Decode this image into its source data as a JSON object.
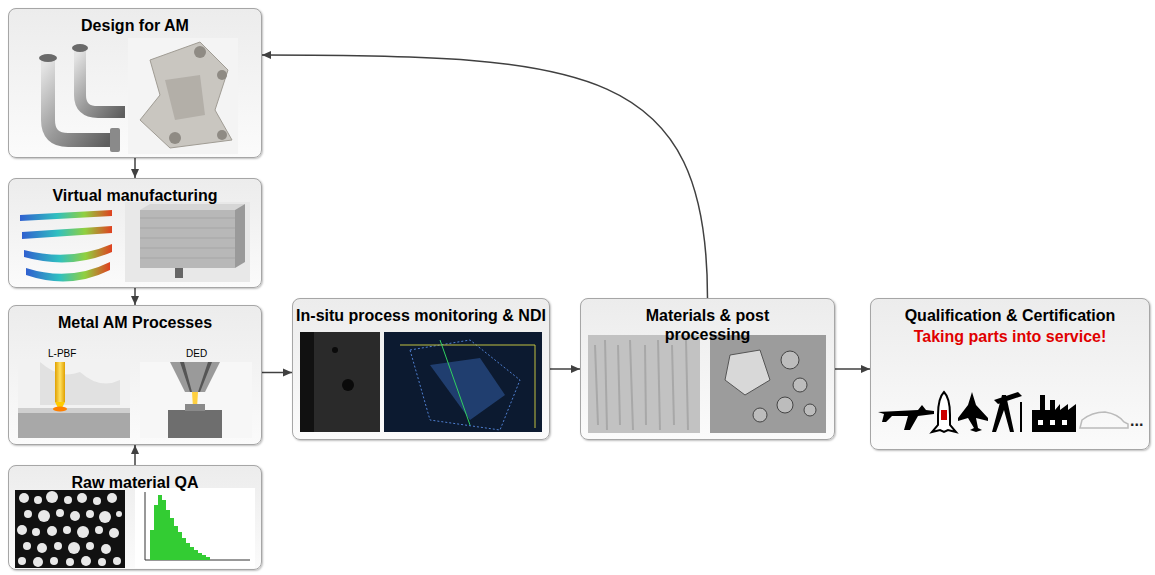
{
  "diagram": {
    "nodes": [
      {
        "text": [
          "Design for AM"
        ]
      },
      {
        "text": [
          "Virtual manufacturing"
        ]
      },
      {
        "text": [
          "Metal AM Processes"
        ]
      },
      {
        "text": [
          "Raw material QA"
        ]
      },
      {
        "text": [
          "In-situ process monitoring & NDI"
        ]
      },
      {
        "text": [
          "Materials & post processing"
        ]
      },
      {
        "text": [
          "Qualification & Certification",
          "Taking parts into service!"
        ]
      }
    ],
    "edges": [
      {
        "from": 0,
        "to": 1,
        "arrow": "to"
      },
      {
        "from": 1,
        "to": 2,
        "arrow": "to"
      },
      {
        "from": 3,
        "to": 2,
        "arrow": "to"
      },
      {
        "from": 2,
        "to": 4,
        "arrow": "to"
      },
      {
        "from": 4,
        "to": 5,
        "arrow": "to"
      },
      {
        "from": 5,
        "to": 0,
        "arrow": "to"
      },
      {
        "from": 5,
        "to": 6,
        "arrow": "to"
      }
    ],
    "labels": [
      "L-PBF",
      "DED",
      "..."
    ]
  }
}
